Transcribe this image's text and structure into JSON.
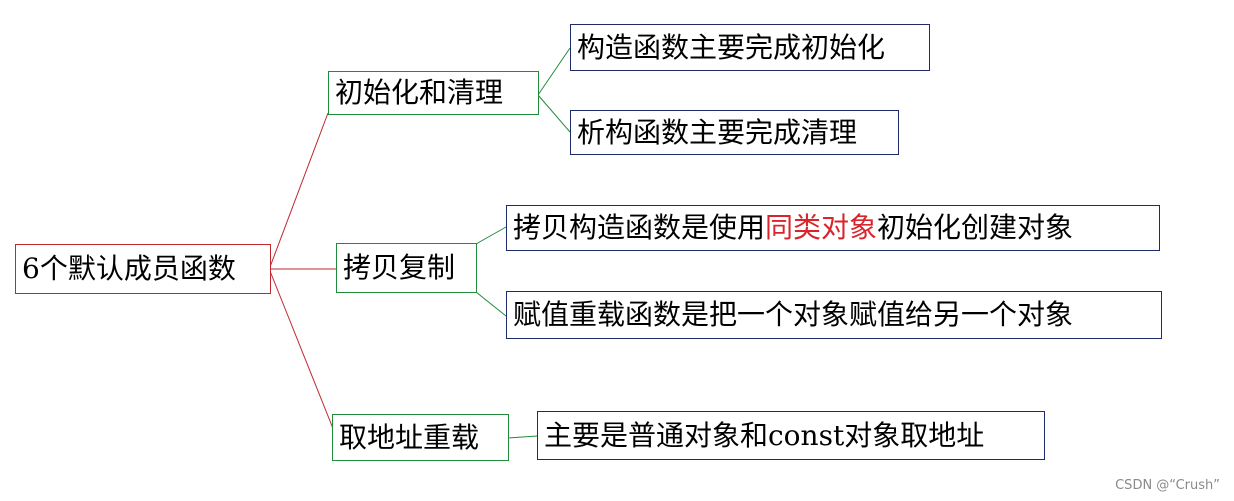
{
  "root": {
    "label": "6个默认成员函数"
  },
  "branches": [
    {
      "label": "初始化和清理",
      "leaves": [
        {
          "pre": "构造函数主要完成初始化",
          "hl": "",
          "post": ""
        },
        {
          "pre": "析构函数主要完成清理",
          "hl": "",
          "post": ""
        }
      ]
    },
    {
      "label": "拷贝复制",
      "leaves": [
        {
          "pre": "拷贝构造函数是使用",
          "hl": "同类对象",
          "post": "初始化创建对象"
        },
        {
          "pre": "赋值重载函数是把一个对象赋值给另一个对象",
          "hl": "",
          "post": ""
        }
      ]
    },
    {
      "label": "取地址重载",
      "leaves": [
        {
          "pre": "主要是普通对象和const对象取地址",
          "hl": "",
          "post": ""
        }
      ]
    }
  ],
  "watermark": "CSDN @“Crush”",
  "colors": {
    "root_border": "#c1272d",
    "branch_border": "#1e8c3a",
    "leaf_border": "#1f2a6b",
    "highlight_text": "#d9242b"
  }
}
